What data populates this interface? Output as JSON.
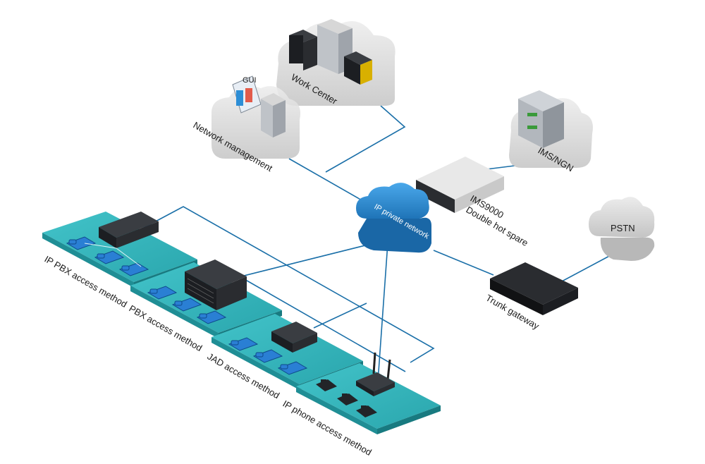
{
  "diagram": {
    "labels": {
      "work_center": "Work Center",
      "gui": "GUI",
      "network_management": "Network management",
      "ims_ngn": "IMS/NGN",
      "ims9000": "IMS9000",
      "double_hot_spare": "Double hot spare",
      "ip_private_network": "IP private network",
      "pstn": "PSTN",
      "trunk_gateway": "Trunk gateway",
      "ip_pbx_access": "IP PBX access method",
      "pbx_access": "PBX access method",
      "jad_access": "JAD access method",
      "ip_phone_access": "IP phone access method"
    },
    "icons": [
      "server-rack-icon",
      "monitor-icon",
      "cloud-icon",
      "switch-icon",
      "router-icon",
      "phone-icon",
      "desk-phone-icon"
    ],
    "colors": {
      "link": "#1a6fa8",
      "platform": "#3ab8bf",
      "cloud_blue": "#2d8ed6",
      "cloud_gray": "#dcdcdc",
      "device_dark": "#222428"
    }
  }
}
